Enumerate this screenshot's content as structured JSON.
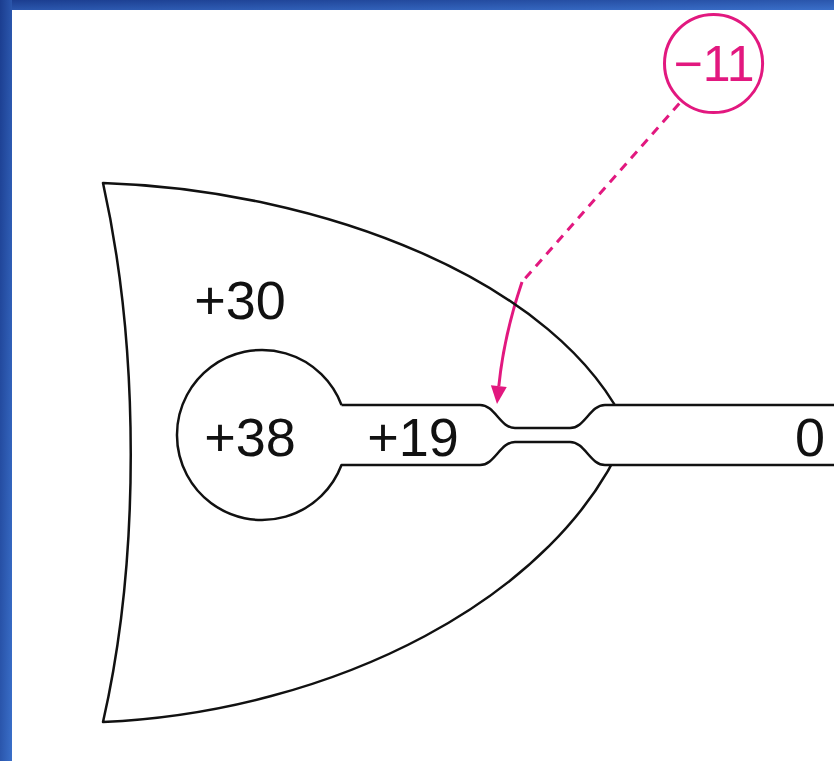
{
  "diagram": {
    "nodes": [
      {
        "text": [
          "+30"
        ]
      },
      {
        "text": [
          "+38",
          "+19",
          "0"
        ]
      },
      {
        "text": [
          "−11"
        ]
      }
    ],
    "edges": [
      {
        "from": 2,
        "to": 1,
        "arrow": "to"
      }
    ]
  }
}
